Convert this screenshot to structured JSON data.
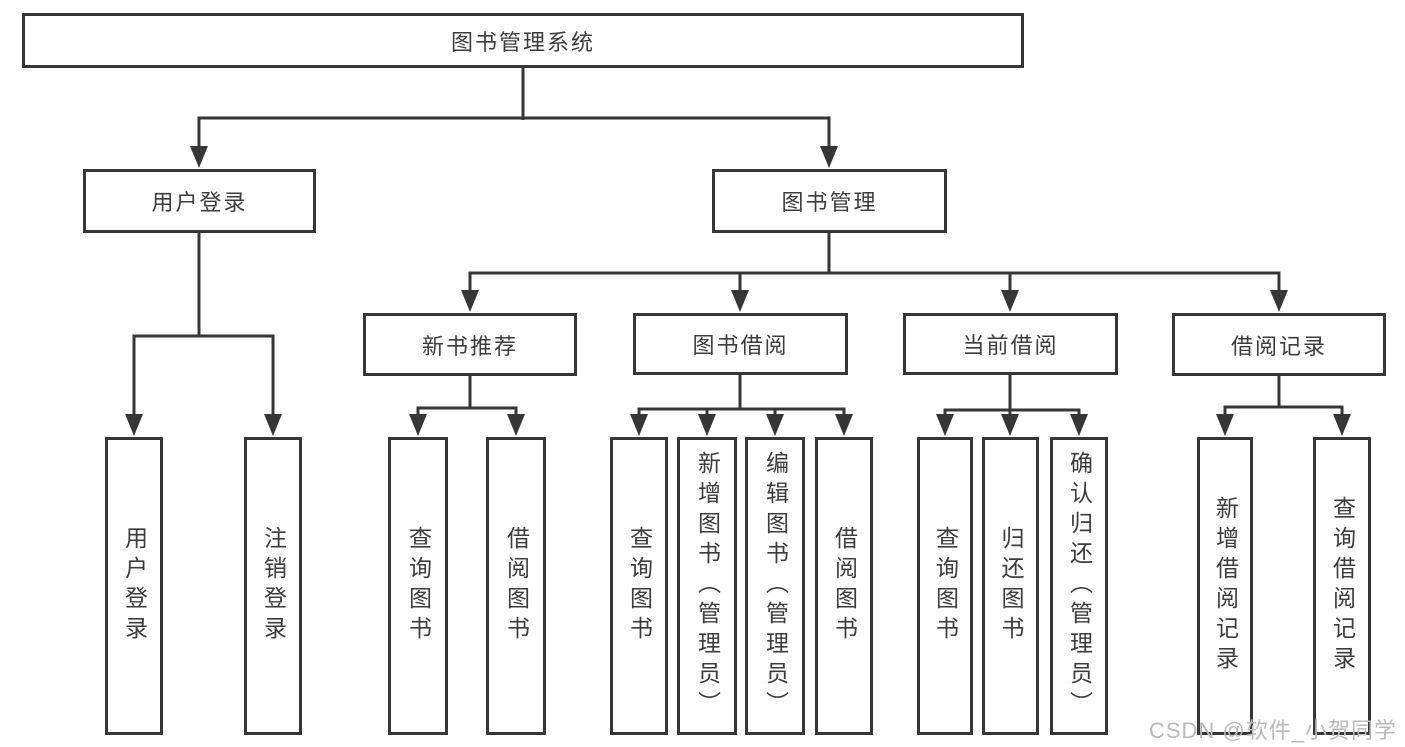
{
  "diagram": {
    "root": {
      "label": "图书管理系统"
    },
    "branches": [
      {
        "label": "用户登录",
        "children": [
          {
            "label": "用户登录"
          },
          {
            "label": "注销登录"
          }
        ]
      },
      {
        "label": "图书管理",
        "children": [
          {
            "label": "新书推荐",
            "children": [
              {
                "label": "查询图书"
              },
              {
                "label": "借阅图书"
              }
            ]
          },
          {
            "label": "图书借阅",
            "children": [
              {
                "label": "查询图书"
              },
              {
                "label": "新增图书（管理员）"
              },
              {
                "label": "编辑图书（管理员）"
              },
              {
                "label": "借阅图书"
              }
            ]
          },
          {
            "label": "当前借阅",
            "children": [
              {
                "label": "查询图书"
              },
              {
                "label": "归还图书"
              },
              {
                "label": "确认归还（管理员）"
              }
            ]
          },
          {
            "label": "借阅记录",
            "children": [
              {
                "label": "新增借阅记录"
              },
              {
                "label": "查询借阅记录"
              }
            ]
          }
        ]
      }
    ],
    "line_color": "#363636",
    "text_color": "#3c3c3c"
  },
  "watermark": {
    "text": "CSDN @软件_小贺同学",
    "color": "#b9b9b9"
  }
}
